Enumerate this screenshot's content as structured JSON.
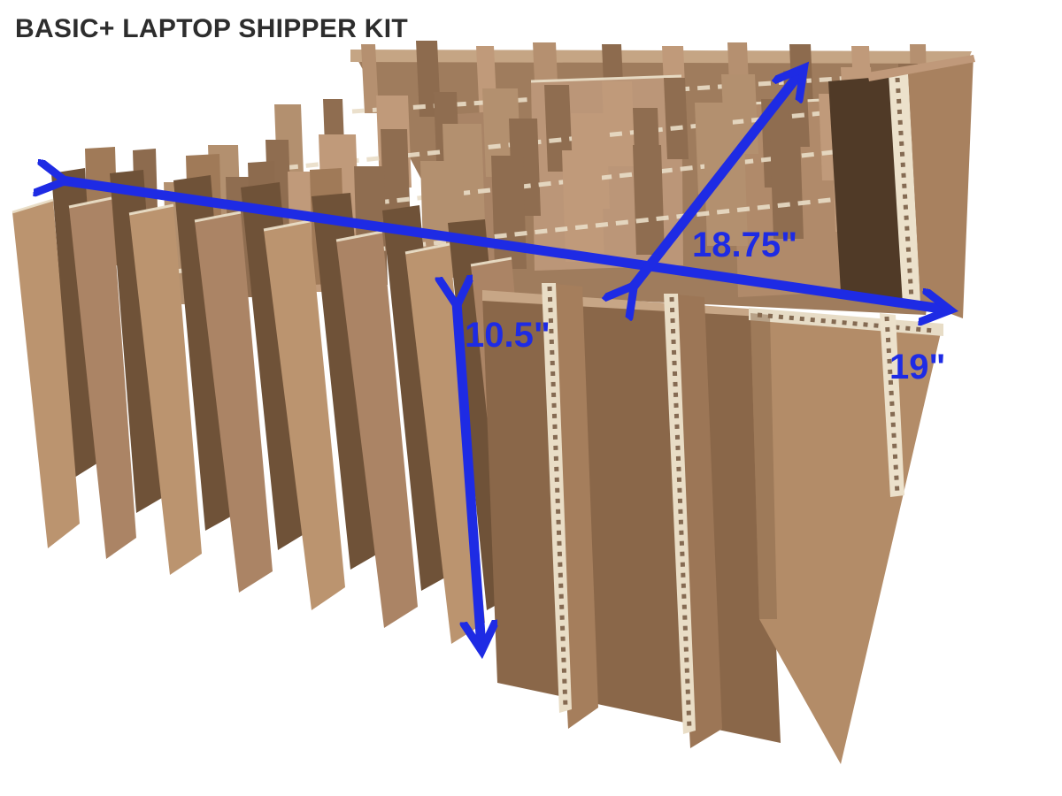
{
  "page": {
    "background_color": "#ffffff"
  },
  "header": {
    "title": "BASIC+ LAPTOP SHIPPER KIT",
    "title_color": "#2d2d2d"
  },
  "photo": {
    "description": "Corrugated cardboard laptop shipper kit: rows of tall vertical divider panels forming laptop slots, photographed in perspective on a white background",
    "colors": {
      "cardboard_light": "#c29d7b",
      "cardboard_mid": "#a8825f",
      "cardboard_dark": "#7c5c40",
      "deep_shadow": "#503a27",
      "flute_edge": "#ece1cb"
    }
  },
  "dimensions": {
    "annotation_color": "#1e2be4",
    "depth": {
      "label": "18.75\""
    },
    "height": {
      "label": "10.5\""
    },
    "width": {
      "label": "19\""
    }
  }
}
